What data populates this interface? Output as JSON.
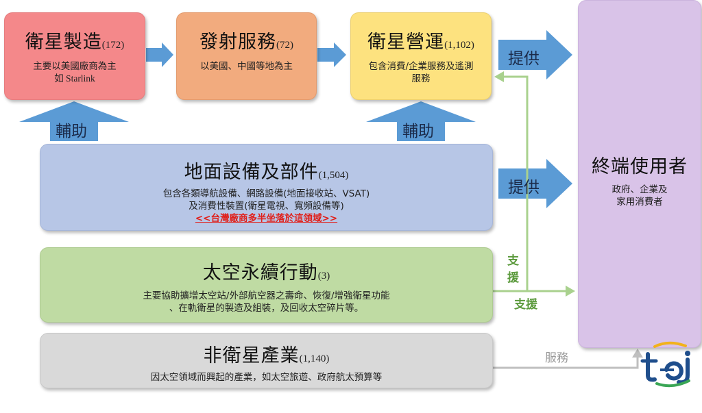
{
  "colors": {
    "manufacturing": "#f4888a",
    "launch": "#f2ab7e",
    "operations": "#fde27f",
    "ground": "#b7c6e6",
    "sustainability": "#bfdba3",
    "non_satellite": "#d9d9d9",
    "end_user": "#d9c3e8",
    "arrow_blue": "#5b9bd5",
    "support_green": "#a9d18e",
    "service_gray": "#bfbfbf",
    "highlight_red": "#e0201b"
  },
  "boxes": {
    "manufacturing": {
      "title": "衛星製造",
      "count": "(172)",
      "desc1": "主要以美國廠商為主",
      "desc2": "如 Starlink"
    },
    "launch": {
      "title": "發射服務",
      "count": "(72)",
      "desc1": "以美國、中國等地為主"
    },
    "operations": {
      "title": "衛星營運",
      "count": "(1,102)",
      "desc1": "包含消費/企業服務及遙測",
      "desc2": "服務"
    },
    "ground": {
      "title": "地面設備及部件",
      "count": "(1,504)",
      "desc1": "包含各類導航設備、網路設備(地面接收站、VSAT)",
      "desc2": "及消費性裝置(衛星電視、寬頻設備等)",
      "highlight": "<<台灣廠商多半坐落於這領域>>"
    },
    "sustainability": {
      "title": "太空永續行動",
      "count": "(3)",
      "desc1": "主要協助擴增太空站/外部航空器之壽命、恢復/增強衛星功能",
      "desc2": "、在軌衛星的製造及組裝，及回收太空碎片等。"
    },
    "non_satellite": {
      "title": "非衛星產業",
      "count": "(1,140)",
      "desc1": "因太空領域而興起的產業，如太空旅遊、政府航太預算等"
    },
    "end_user": {
      "title": "終端使用者",
      "desc1": "政府、企業及",
      "desc2": "家用消費者"
    }
  },
  "arrows": {
    "assist_left": "輔助",
    "assist_right": "輔助",
    "provide_top": "提供",
    "provide_middle": "提供",
    "support_vertical_1": "支",
    "support_vertical_2": "援",
    "support_horizontal": "支援",
    "service": "服務"
  },
  "logo": {
    "text": "tej"
  }
}
